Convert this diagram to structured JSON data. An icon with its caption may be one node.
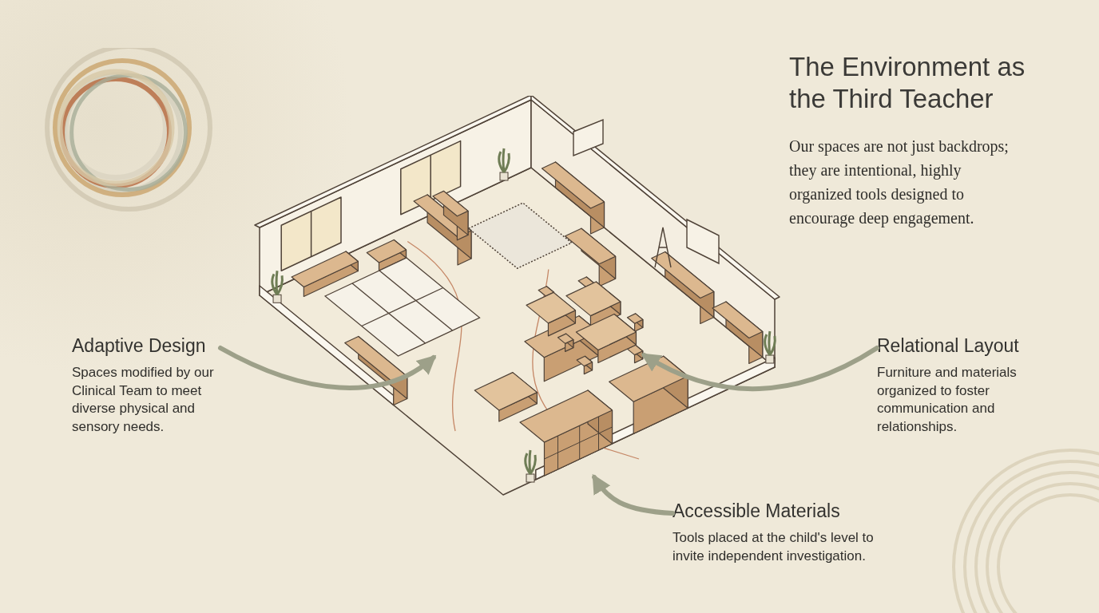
{
  "diagram": {
    "title": "The Environment as the Third Teacher",
    "nodes": [
      {
        "text": [],
        "shape": "picture"
      },
      {
        "text": [],
        "shape": "box",
        "in": 0
      },
      {
        "text": [],
        "shape": "picture",
        "in": 0
      },
      {
        "text": [],
        "shape": "box",
        "in": 0
      },
      {
        "text": [
          "Adaptive Design",
          "Spaces modified by our Clinical Team to meet diverse physical and sensory needs."
        ]
      },
      {
        "text": [
          "Relational Layout",
          "Furniture and materials organized to foster communication and relationships."
        ]
      },
      {
        "text": [
          "Accessible Materials",
          "Tools placed at the child's level to invite independent investigation."
        ]
      }
    ],
    "edges": [
      {
        "from": 4,
        "to": 1,
        "arrow": "to"
      },
      {
        "from": 5,
        "to": 2,
        "arrow": "to"
      },
      {
        "from": 6,
        "to": 3,
        "arrow": "to"
      }
    ],
    "labels": [
      "Our spaces are not just backdrops; they are intentional, highly organized tools designed to encourage deep engagement."
    ]
  }
}
